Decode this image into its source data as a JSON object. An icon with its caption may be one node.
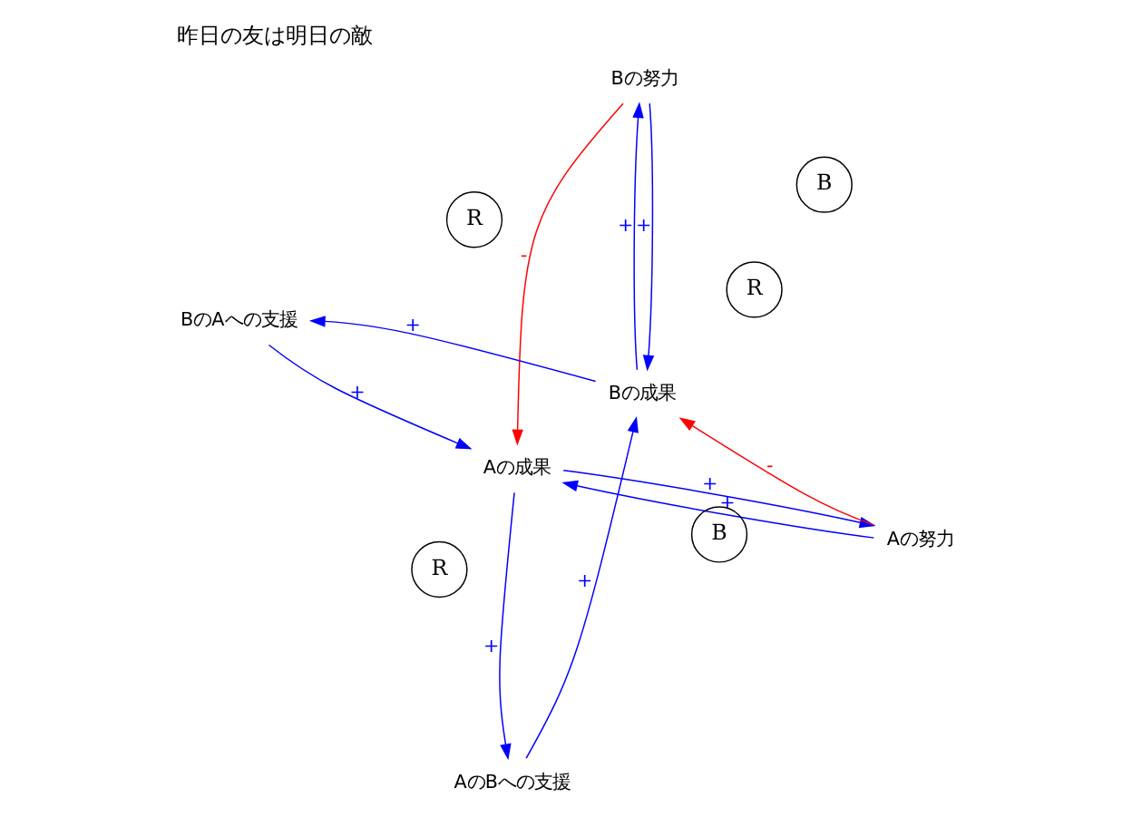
{
  "diagram": {
    "title": "昨日の友は明日の敵",
    "nodes": [
      {
        "text": [
          "Aの成果"
        ]
      },
      {
        "text": [
          "Aの努力"
        ]
      },
      {
        "text": [
          "AのBへの支援"
        ]
      },
      {
        "text": [
          "Bの努力"
        ]
      },
      {
        "text": [
          "Bの成果"
        ]
      },
      {
        "text": [
          "BのAへの支援"
        ]
      }
    ],
    "edges": [
      {
        "from": 0,
        "to": 1,
        "arrow": "to",
        "label": "+",
        "color": "#0000ff"
      },
      {
        "from": 1,
        "to": 0,
        "arrow": "to",
        "label": "+",
        "color": "#0000ff"
      },
      {
        "from": 0,
        "to": 2,
        "arrow": "to",
        "label": "+",
        "color": "#0000ff"
      },
      {
        "from": 2,
        "to": 4,
        "arrow": "to",
        "label": "+",
        "color": "#0000ff"
      },
      {
        "from": 3,
        "to": 0,
        "arrow": "to",
        "label": "-",
        "color": "#ff0000"
      },
      {
        "from": 1,
        "to": 4,
        "arrow": "to",
        "label": "-",
        "color": "#ff0000"
      },
      {
        "from": 4,
        "to": 3,
        "arrow": "to",
        "label": "+",
        "color": "#0000ff"
      },
      {
        "from": 3,
        "to": 4,
        "arrow": "to",
        "label": "+",
        "color": "#0000ff"
      },
      {
        "from": 4,
        "to": 5,
        "arrow": "to",
        "label": "+",
        "color": "#0000ff"
      },
      {
        "from": 5,
        "to": 0,
        "arrow": "to",
        "label": "+",
        "color": "#0000ff"
      }
    ],
    "labels": [
      "B",
      "R",
      "R",
      "R",
      "B"
    ]
  }
}
